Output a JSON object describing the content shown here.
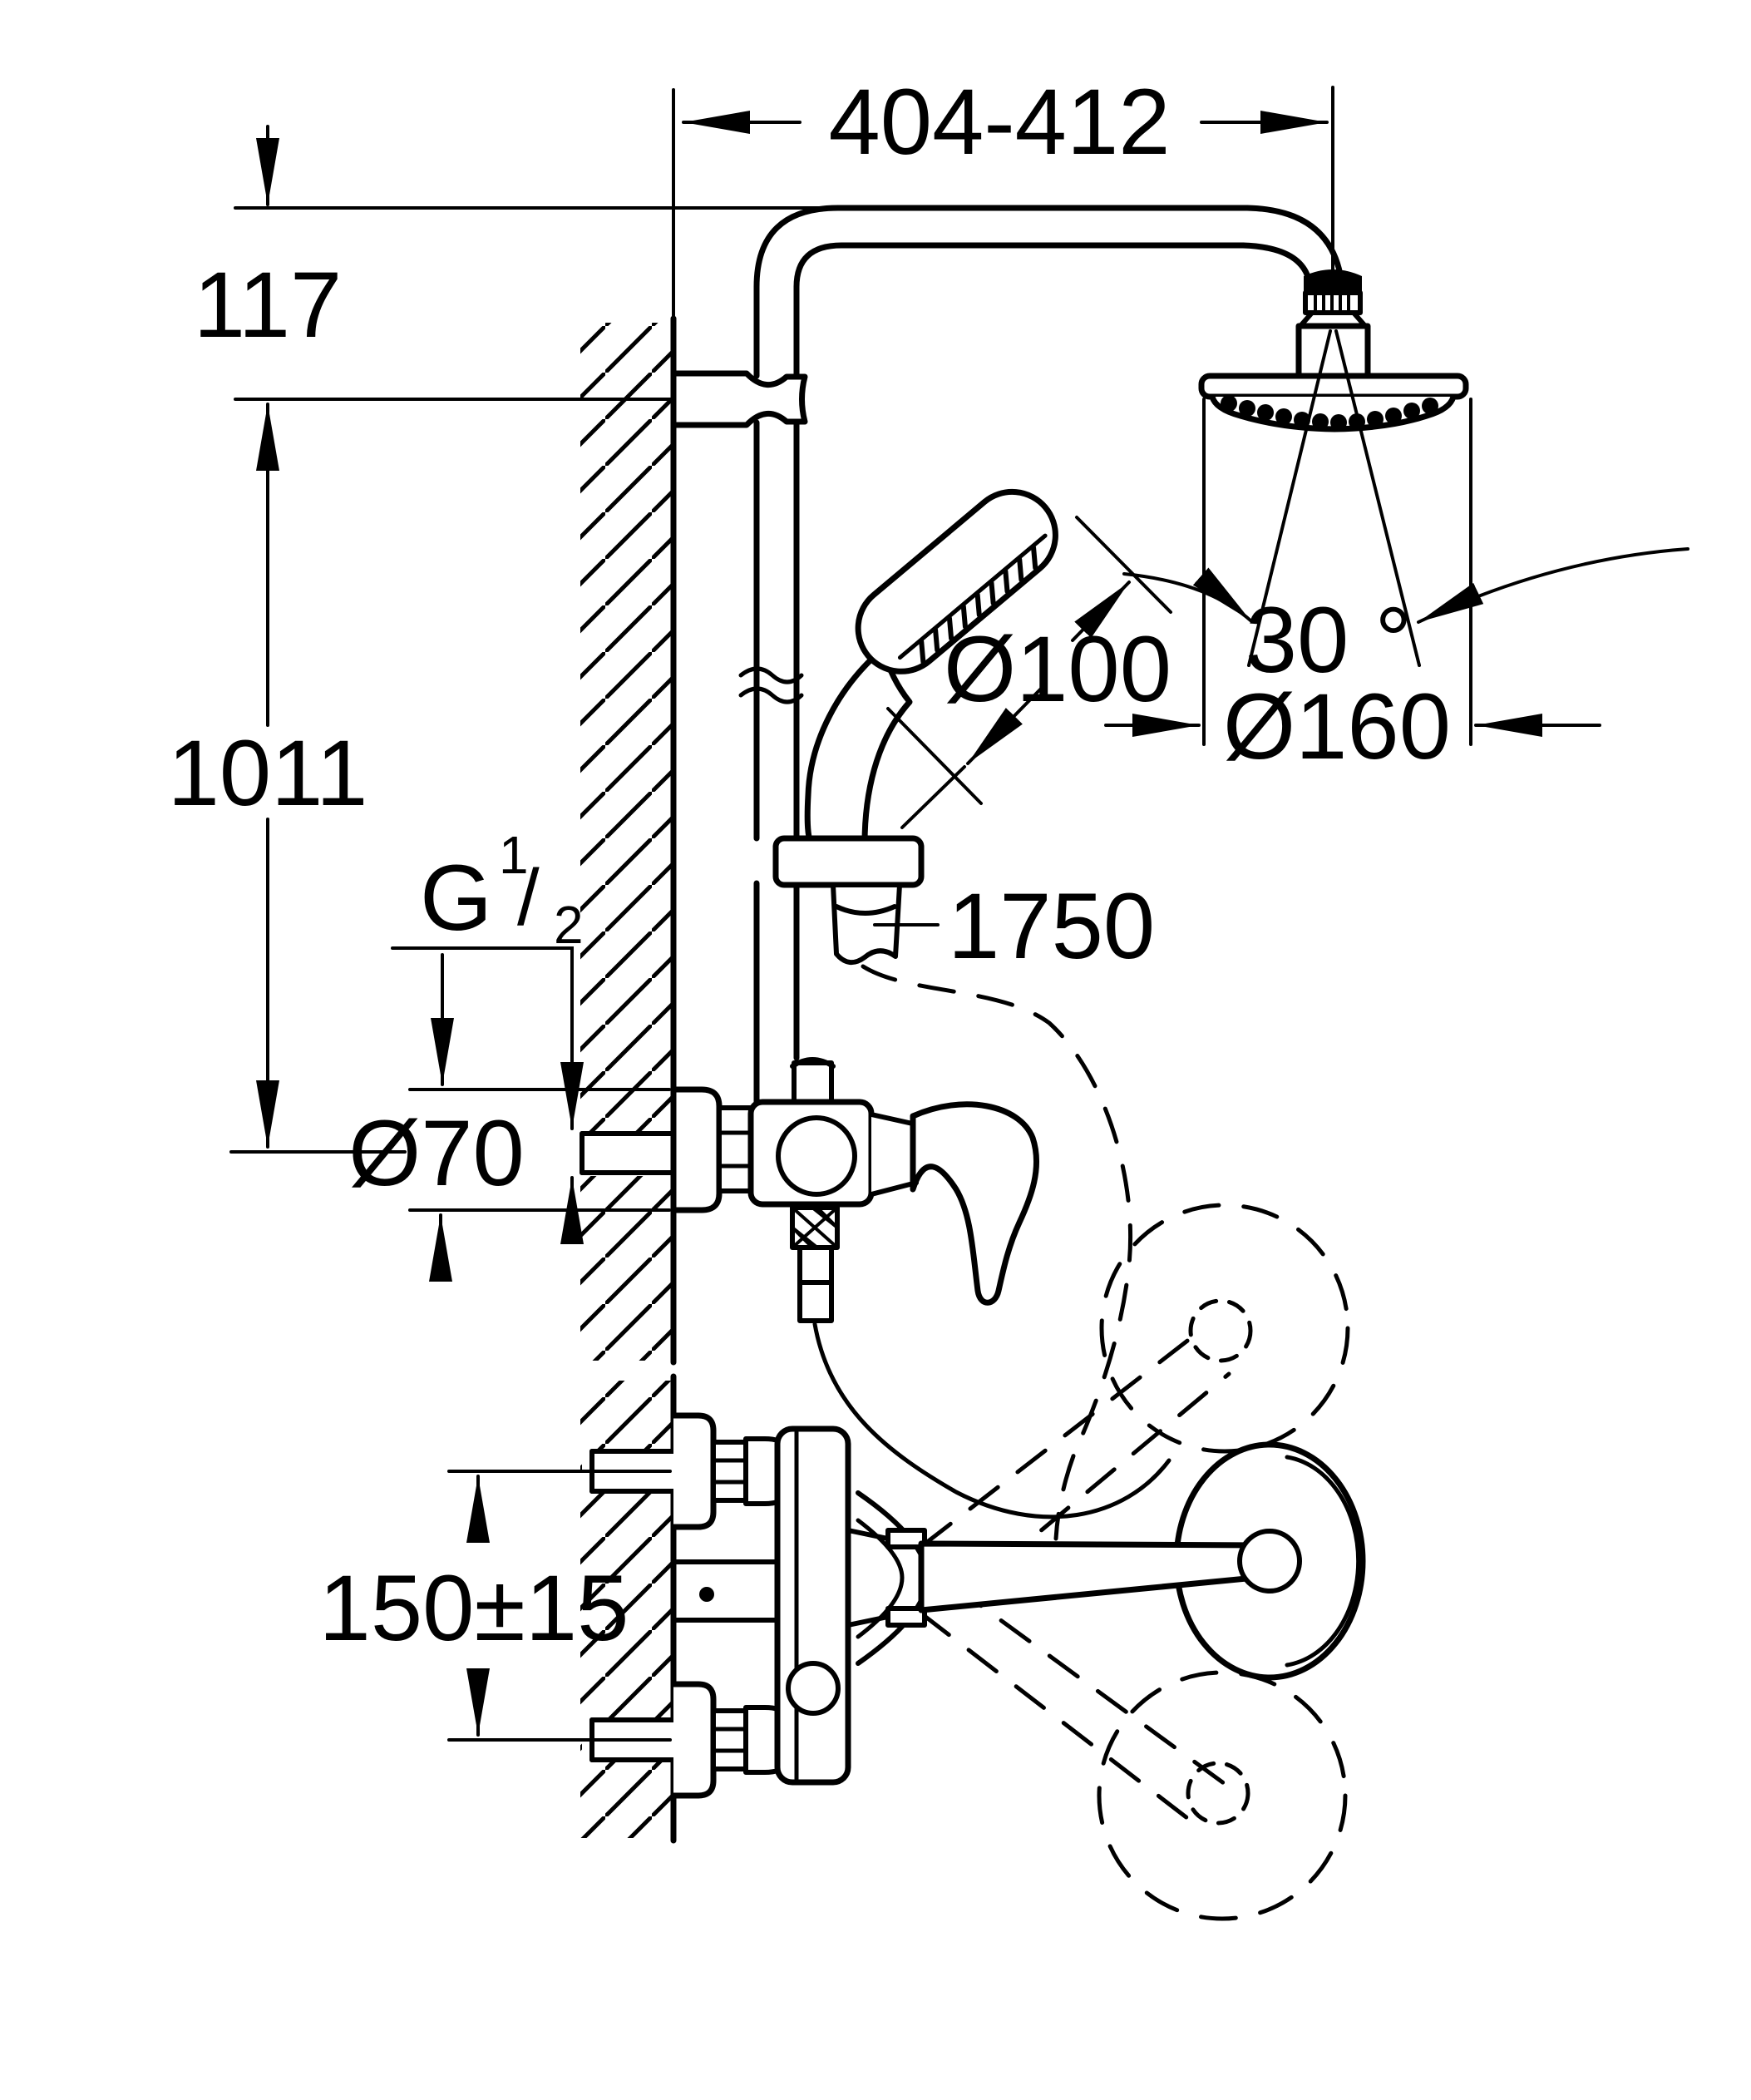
{
  "page": {
    "background": "#ffffff",
    "ink": "#000000",
    "type_label": "shower-system-installation-drawing"
  },
  "dimensions": {
    "top_width": "404-412",
    "arm_offset": "117",
    "riser_height": "1011",
    "thread": {
      "letter": "G",
      "numerator": "1",
      "slash": "/",
      "denominator": "2"
    },
    "hand_shower_diameter": "Ø100",
    "spray_angle": "30 °",
    "head_shower_diameter": "Ø160",
    "hose_length": "1750",
    "rosette_diameter": "Ø70",
    "connection_spacing": "150±15"
  }
}
